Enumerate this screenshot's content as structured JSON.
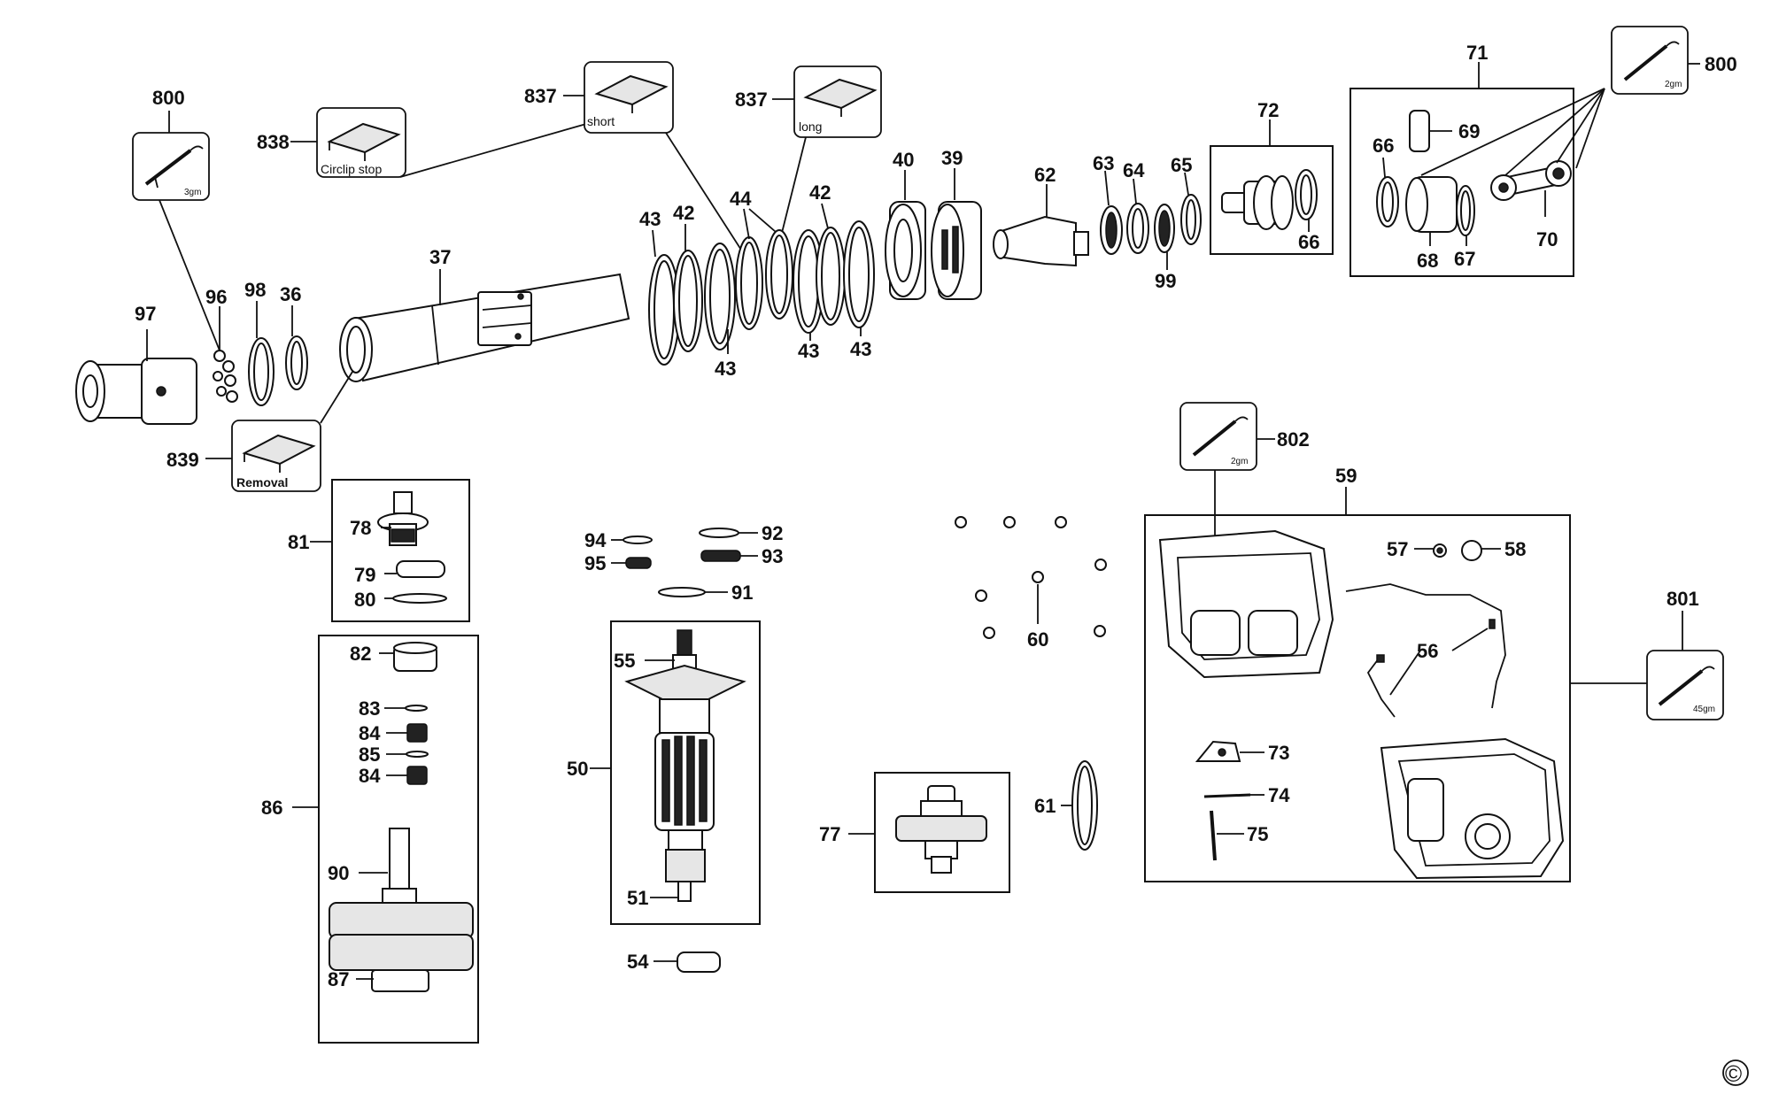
{
  "colors": {
    "ink": "#111111",
    "background": "#ffffff"
  },
  "labels": {
    "p97": "97",
    "p96": "96",
    "p98": "98",
    "p36": "36",
    "p37": "37",
    "p800a": "800",
    "p838": "838",
    "p839": "839",
    "p837a": "837",
    "p837b": "837",
    "p43a": "43",
    "p42a": "42",
    "p44": "44",
    "p43b": "43",
    "p42b": "42",
    "p43c": "43",
    "p43d": "43",
    "p40": "40",
    "p39": "39",
    "p62": "62",
    "p63": "63",
    "p64": "64",
    "p65": "65",
    "p99": "99",
    "p72": "72",
    "p66a": "66",
    "p71": "71",
    "p800b": "800",
    "p66b": "66",
    "p69": "69",
    "p68": "68",
    "p67": "67",
    "p70": "70",
    "p81": "81",
    "p78": "78",
    "p79": "79",
    "p80": "80",
    "p82": "82",
    "p83": "83",
    "p84a": "84",
    "p85": "85",
    "p84b": "84",
    "p86": "86",
    "p90": "90",
    "p87": "87",
    "p94": "94",
    "p95": "95",
    "p92": "92",
    "p93": "93",
    "p91": "91",
    "p55": "55",
    "p50": "50",
    "p51": "51",
    "p54": "54",
    "p77": "77",
    "p60": "60",
    "p61": "61",
    "p802": "802",
    "p59": "59",
    "p57": "57",
    "p58": "58",
    "p56": "56",
    "p73": "73",
    "p74": "74",
    "p75": "75",
    "p801": "801"
  },
  "tool_captions": {
    "circlip_stop": "Circlip stop",
    "removal": "Removal",
    "short": "short",
    "long": "long"
  },
  "grease_amounts": {
    "g800a": "3gm",
    "g800b": "2gm",
    "g802": "2gm",
    "g801": "45gm"
  },
  "copyright": "©"
}
